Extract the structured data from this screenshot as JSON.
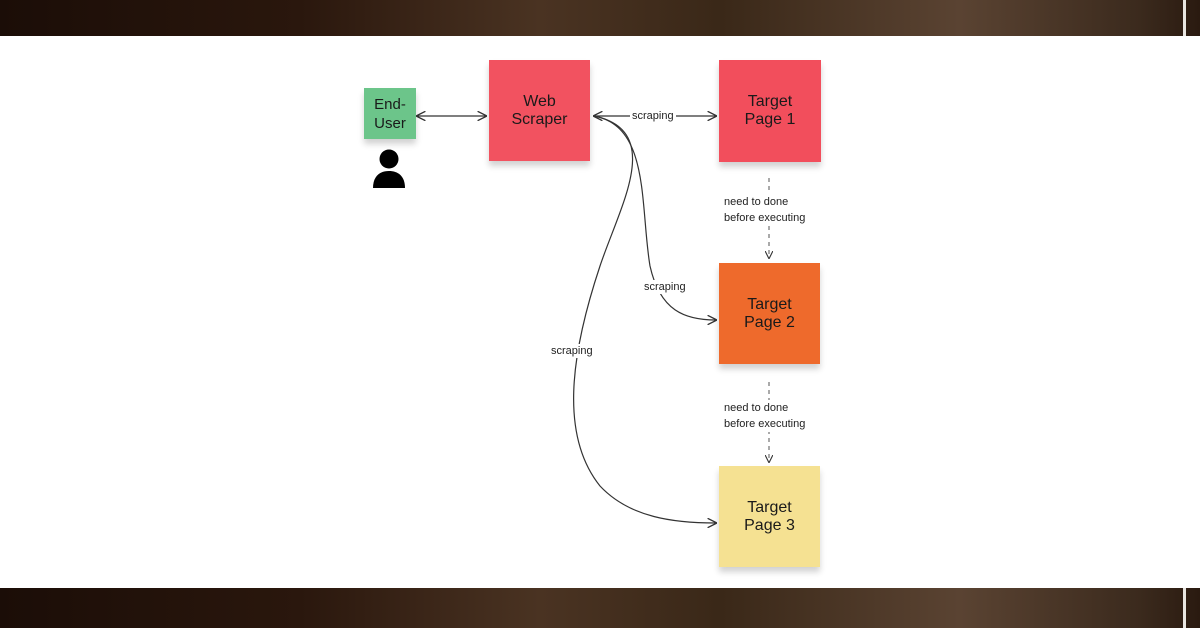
{
  "nodes": {
    "end_user": {
      "label": "End-\nUser",
      "color": "#6cc58a"
    },
    "web_scraper": {
      "label": "Web Scraper",
      "color": "#f25260"
    },
    "target1": {
      "label": "Target Page 1",
      "color": "#f24e5c"
    },
    "target2": {
      "label": "Target Page 2",
      "color": "#ee6a2c"
    },
    "target3": {
      "label": "Target Page 3",
      "color": "#f5e192"
    }
  },
  "edges": {
    "scraping_1": "scraping",
    "scraping_2": "scraping",
    "scraping_3": "scraping",
    "dep_1": "need to done\nbefore executing",
    "dep_2": "need to done\nbefore executing"
  },
  "icons": {
    "user": "person-icon"
  }
}
